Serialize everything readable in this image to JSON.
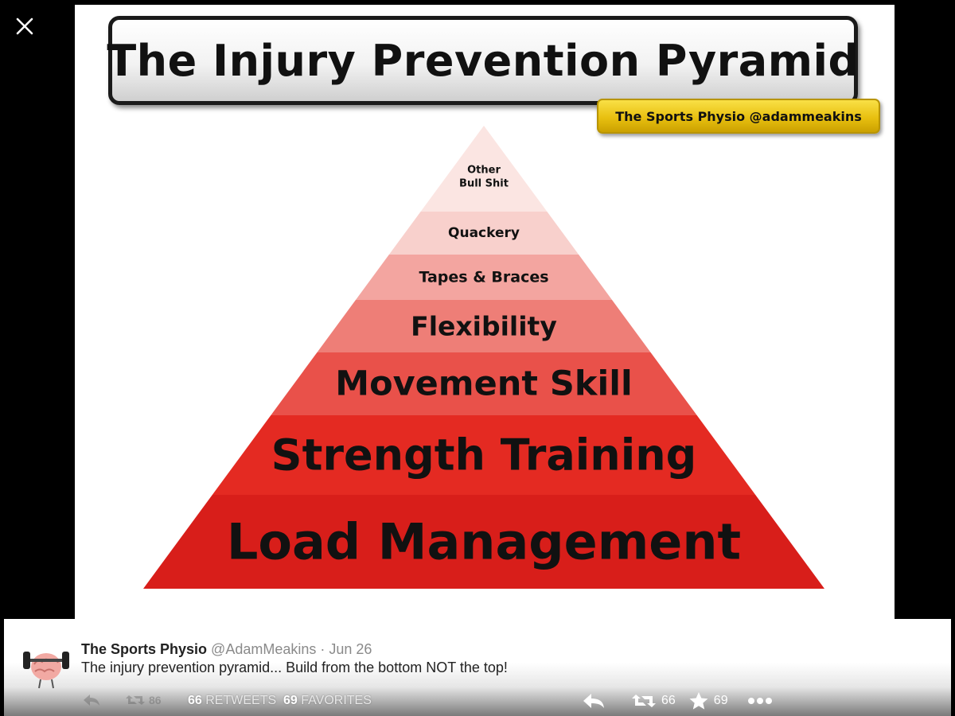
{
  "viewer": {
    "close_icon": "close-icon"
  },
  "image": {
    "title": "The Injury Prevention Pyramid",
    "credit": "The Sports Physio @adammeakins",
    "pyramid_levels": [
      {
        "label_lines": [
          "Other",
          "Bull Shit"
        ],
        "color": "#fbe5e2"
      },
      {
        "label_lines": [
          "Quackery"
        ],
        "color": "#f8d0cc"
      },
      {
        "label_lines": [
          "Tapes & Braces"
        ],
        "color": "#f3a5a0"
      },
      {
        "label_lines": [
          "Flexibility"
        ],
        "color": "#ee7e77"
      },
      {
        "label_lines": [
          "Movement Skill"
        ],
        "color": "#e9514a"
      },
      {
        "label_lines": [
          "Strength Training"
        ],
        "color": "#e42a22"
      },
      {
        "label_lines": [
          "Load Management"
        ],
        "color": "#d81e1a"
      }
    ]
  },
  "tweet": {
    "author_name": "The Sports Physio",
    "author_handle": "@AdamMeakins",
    "separator": " · ",
    "date": "Jun 26",
    "text": "The injury prevention pyramid... Build from the bottom NOT the top!",
    "ghost_retweet_count": "86",
    "retweets_count": "66",
    "retweets_label": "RETWEETS",
    "favorites_count": "69",
    "favorites_label": "FAVORITES",
    "actions": {
      "retweet_count": "66",
      "favorite_count": "69"
    }
  }
}
